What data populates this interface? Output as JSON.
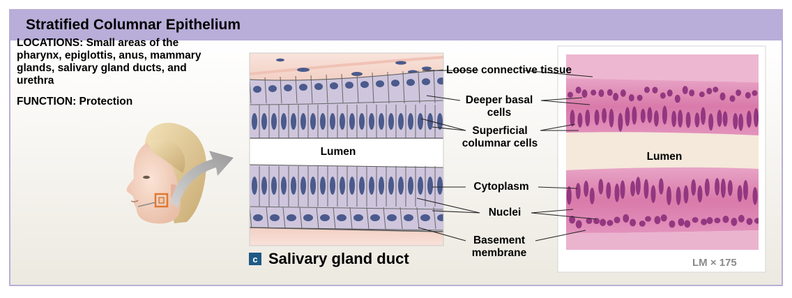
{
  "title": "Stratified Columnar Epithelium",
  "locations_text": "LOCATIONS: Small areas of the pharynx, epiglottis, anus, mammary glands, salivary gland ducts, and urethra",
  "function_text": "FUNCTION: Protection",
  "labels": {
    "loose_ct": "Loose connective tissue",
    "deeper_basal": "Deeper basal cells",
    "superficial": "Superficial columnar cells",
    "cytoplasm": "Cytoplasm",
    "nuclei": "Nuclei",
    "basement": "Basement membrane",
    "lumen_drawing": "Lumen",
    "lumen_micrograph": "Lumen"
  },
  "caption": {
    "letter": "c",
    "text": "Salivary gland duct"
  },
  "magnification": "LM × 175",
  "colors": {
    "header": "#b8aed9",
    "cell_fill": "#cfc6dd",
    "nucleus": "#4b5a8c",
    "connective": "#f6d8cf",
    "micrograph_pink": "#e28fb8",
    "micrograph_nucleus": "#8b2f7b",
    "badge": "#1f5a85"
  }
}
